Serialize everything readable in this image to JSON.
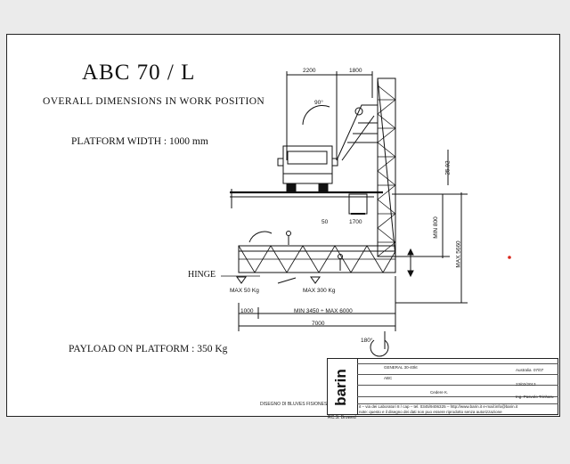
{
  "title": "ABC 70 / L",
  "subtitle": "OVERALL DIMENSIONS IN WORK POSITION",
  "platform_width": "PLATFORM WIDTH : 1000 mm",
  "payload": "PAYLOAD ON PLATFORM : 350 Kg",
  "hinge_label": "HINGE",
  "dimensions": {
    "d2200": "2200",
    "d1800": "1800",
    "angle_top": "90°",
    "d2592": "25.92",
    "d50": "50",
    "d1700": "1700",
    "min800": "MIN 800",
    "max5660": "MAX 5660",
    "max50": "MAX 50 Kg",
    "max300": "MAX 300 Kg",
    "d1000": "1000",
    "minmax": "MIN 3450 ÷ MAX 6000",
    "d7000": "7000",
    "angle_bottom": "180°"
  },
  "footer": {
    "drawing_note": "DISEGNO DI BLUVES FISIONESCANTE",
    "signature_note": "RC.S. Browed"
  },
  "title_block": {
    "logo": "barin",
    "row1": "GENERAL 30-40kt",
    "row2": "ABC",
    "row3_label": "Cedere K.",
    "date": "23/02/2013",
    "eng": "Ing. Pasvolo Trinharu",
    "drawn": "Australia",
    "revision": "07/07",
    "footer_line1": "it – via dei Laboratori 8 / cap – tel. 0345/9406325 – http://www.barin.it e-mail:info@barin.it",
    "footer_line2": "note: questo e il disegno dei dati non puo essere riprodotto senza autorizzazione"
  }
}
